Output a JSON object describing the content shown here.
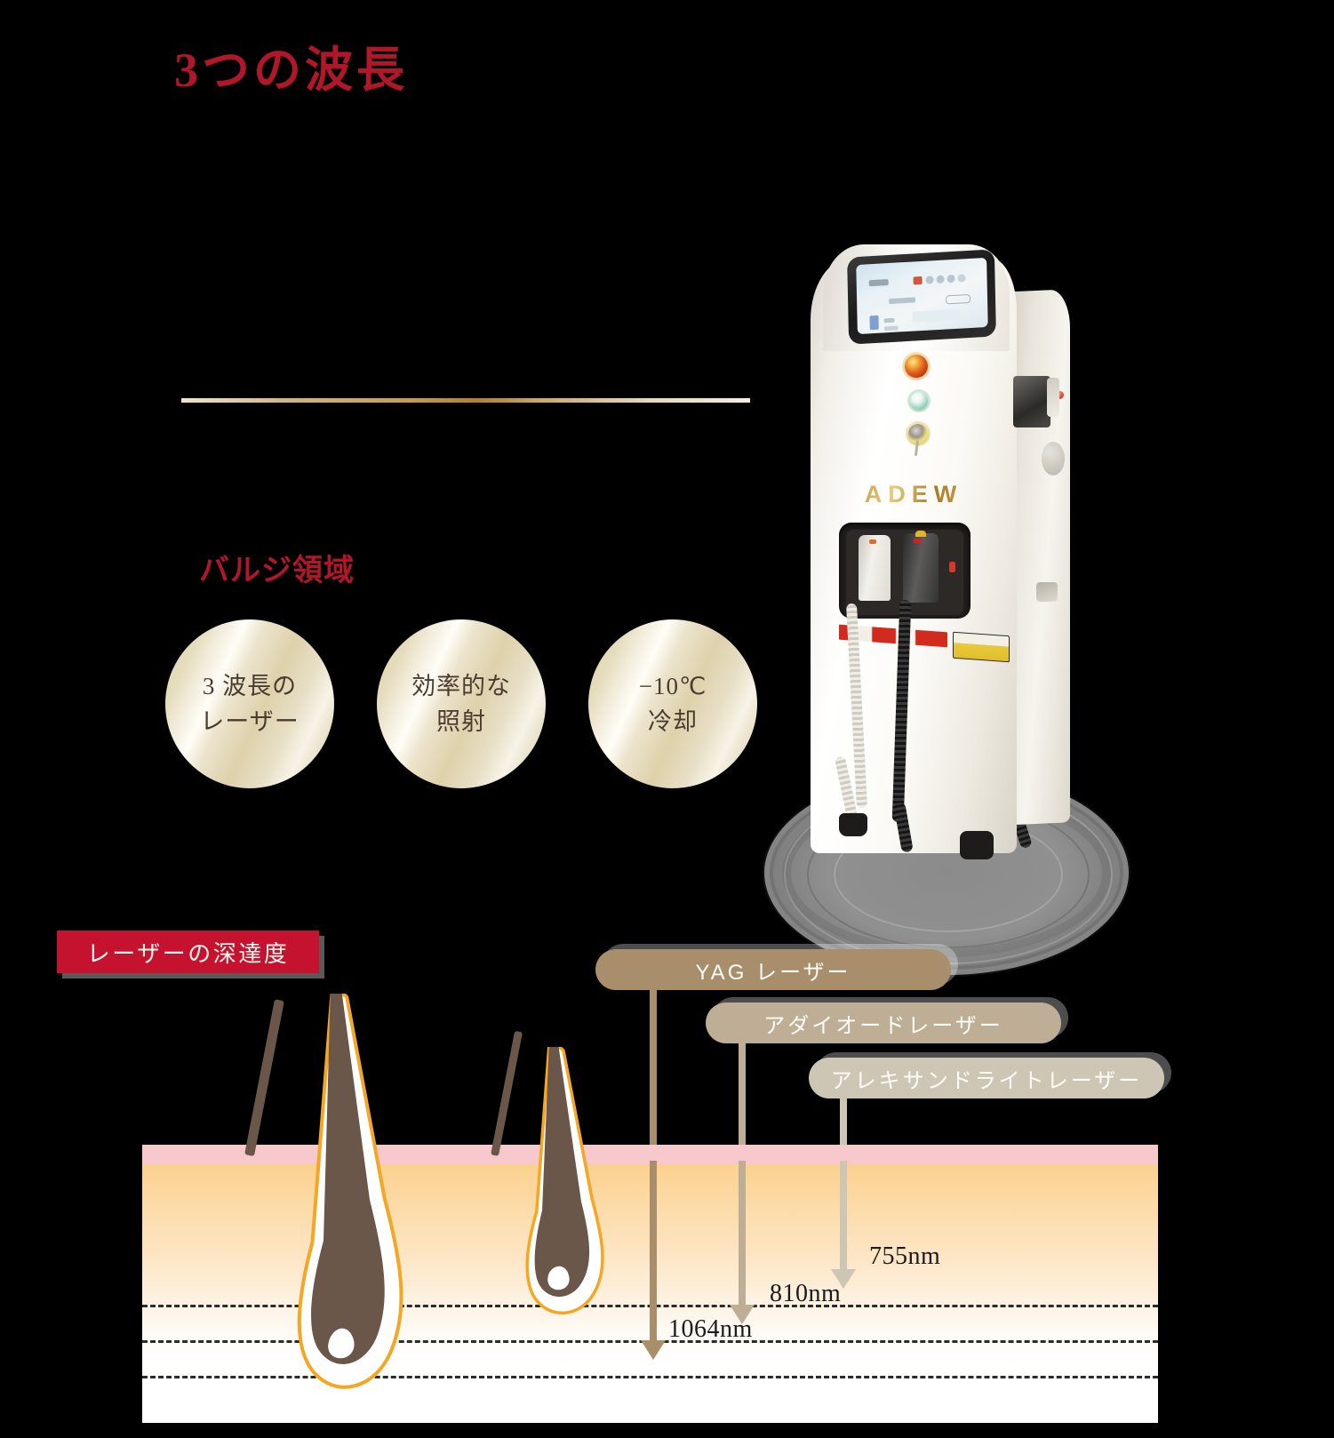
{
  "page": {
    "title": "3つの波長",
    "title_color": "#b01729",
    "bulge_label": "バルジ領域"
  },
  "features": {
    "circles": [
      {
        "name": "three-wavelength-laser",
        "text": "3 波長の\nレーザー"
      },
      {
        "name": "efficient-irradiation",
        "text": "効率的な\n照射"
      },
      {
        "name": "cooling",
        "text": "−10℃\n冷却"
      }
    ]
  },
  "device": {
    "brand": "ADEW",
    "alt_name": "hair-removal-laser-machine"
  },
  "depth_section": {
    "banner_label": "レーザーの深達度",
    "banner_bg": "#c4122f",
    "banner_text_color": "#fdf6ef"
  },
  "chart_data": {
    "type": "bar",
    "title": "レーザーの深達度",
    "xlabel": "",
    "ylabel": "",
    "categories": [
      "YAG レーザー",
      "アダイオードレーザー",
      "アレキサンドライトレーザー"
    ],
    "values": [
      1064,
      810,
      755
    ],
    "unit": "nm",
    "series": [
      {
        "name": "YAG レーザー",
        "wavelength_label": "1064nm",
        "wavelength_nm": 1064,
        "depth_rank": 3,
        "color": "#a98e6c"
      },
      {
        "name": "アダイオードレーザー",
        "wavelength_label": "810nm",
        "wavelength_nm": 810,
        "depth_rank": 2,
        "color": "#bfae96"
      },
      {
        "name": "アレキサンドライトレーザー",
        "wavelength_label": "755nm",
        "wavelength_nm": 755,
        "depth_rank": 1,
        "color": "#cdc6b4"
      }
    ],
    "annotations": [
      "755nm",
      "810nm",
      "1064nm"
    ],
    "grid": true,
    "legend_position": "top"
  },
  "laser_labels": [
    {
      "name": "yag-laser",
      "label": "YAG レーザー",
      "color": "#a98e6c",
      "wavelength": "1064nm"
    },
    {
      "name": "diode-laser",
      "label": "アダイオードレーザー",
      "color": "#bfae96",
      "wavelength": "810nm"
    },
    {
      "name": "alexandrite-laser",
      "label": "アレキサンドライトレーザー",
      "color": "#cdc6b4",
      "wavelength": "755nm"
    }
  ],
  "wavelength_markers": [
    {
      "name": "marker-755",
      "label": "755nm",
      "color": "#cdc6b4"
    },
    {
      "name": "marker-810",
      "label": "810nm",
      "color": "#bfae96"
    },
    {
      "name": "marker-1064",
      "label": "1064nm",
      "color": "#a98e6c"
    }
  ],
  "skin": {
    "epidermis_color": "#f7c9cd",
    "dermis_color": "#fbd190",
    "subcutis_color": "#ffffff",
    "hair_color": "#6b564a",
    "follicle_outline_color": "#f5a623"
  },
  "colors": {
    "background": "#000000",
    "accent_red": "#b01729",
    "accent_gold": "#c79b55",
    "banner_red": "#c4122f"
  }
}
